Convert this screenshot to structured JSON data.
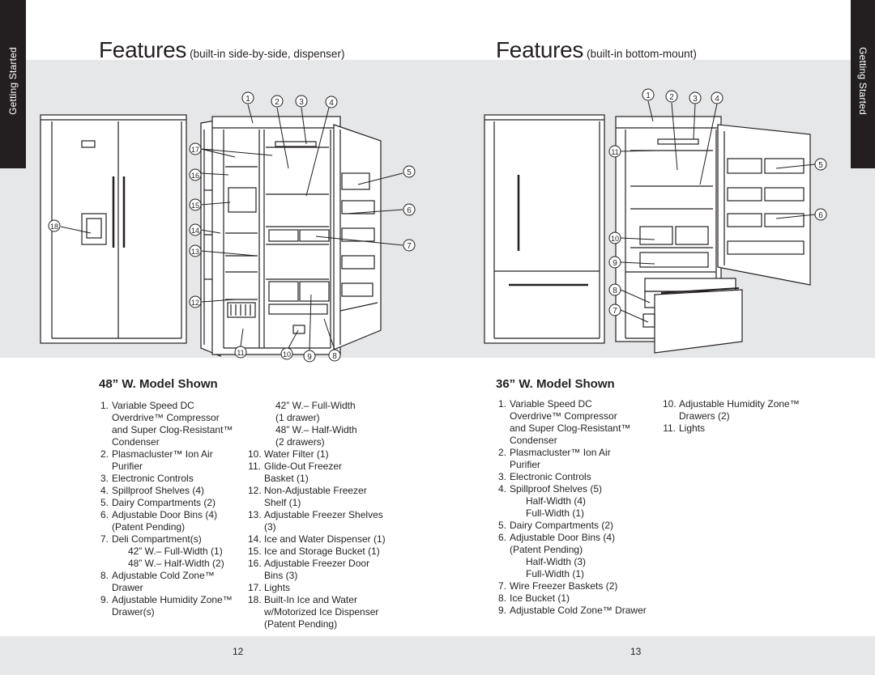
{
  "tabs": {
    "left": "Getting Started",
    "right": "Getting Started"
  },
  "left": {
    "title": "Features",
    "subtitle": "(built-in side-by-side, dispenser)",
    "heading": "48” W. Model Shown",
    "callouts": [
      "1",
      "2",
      "3",
      "4",
      "5",
      "6",
      "7",
      "8",
      "9",
      "10",
      "11",
      "12",
      "13",
      "14",
      "15",
      "16",
      "17",
      "18"
    ],
    "col1": [
      {
        "n": "1.",
        "lines": [
          "Variable Speed DC",
          "Overdrive™ Compressor",
          "and Super Clog-Resistant™",
          "Condenser"
        ]
      },
      {
        "n": "2.",
        "lines": [
          "Plasmacluster™ Ion Air",
          "Purifier"
        ]
      },
      {
        "n": "3.",
        "lines": [
          "Electronic Controls"
        ]
      },
      {
        "n": "4.",
        "lines": [
          "Spillproof Shelves (4)"
        ]
      },
      {
        "n": "5.",
        "lines": [
          "Dairy Compartments (2)"
        ]
      },
      {
        "n": "6.",
        "lines": [
          "Adjustable Door Bins (4)",
          "(Patent Pending)"
        ]
      },
      {
        "n": "7.",
        "lines": [
          "Deli Compartment(s)"
        ],
        "sub": [
          "42” W.– Full-Width (1)",
          "48” W.– Half-Width (2)"
        ]
      },
      {
        "n": "8.",
        "lines": [
          "Adjustable Cold Zone™",
          "Drawer"
        ]
      },
      {
        "n": "9.",
        "lines": [
          "Adjustable Humidity Zone™",
          "Drawer(s)"
        ]
      }
    ],
    "col2_continuation": [
      "42” W.– Full-Width",
      "(1 drawer)",
      "48” W.– Half-Width",
      "(2 drawers)"
    ],
    "col2": [
      {
        "n": "10.",
        "lines": [
          "Water Filter (1)"
        ]
      },
      {
        "n": "11.",
        "lines": [
          "Glide-Out Freezer",
          "Basket (1)"
        ]
      },
      {
        "n": "12.",
        "lines": [
          "Non-Adjustable Freezer",
          "Shelf (1)"
        ]
      },
      {
        "n": "13.",
        "lines": [
          "Adjustable Freezer Shelves",
          "(3)"
        ]
      },
      {
        "n": "14.",
        "lines": [
          "Ice and Water Dispenser (1)"
        ]
      },
      {
        "n": "15.",
        "lines": [
          "Ice and Storage Bucket (1)"
        ]
      },
      {
        "n": "16.",
        "lines": [
          "Adjustable Freezer Door",
          "Bins (3)"
        ]
      },
      {
        "n": "17.",
        "lines": [
          "Lights"
        ]
      },
      {
        "n": "18.",
        "lines": [
          "Built-In Ice and Water",
          "w/Motorized Ice Dispenser",
          "(Patent Pending)"
        ]
      }
    ],
    "page_number": "12"
  },
  "right": {
    "title": "Features",
    "subtitle": "(built-in bottom-mount)",
    "heading": "36” W. Model Shown",
    "callouts": [
      "1",
      "2",
      "3",
      "4",
      "5",
      "6",
      "7",
      "8",
      "9",
      "10",
      "11"
    ],
    "col1": [
      {
        "n": "1.",
        "lines": [
          "Variable Speed DC",
          "Overdrive™ Compressor",
          "and Super Clog-Resistant™",
          "Condenser"
        ]
      },
      {
        "n": "2.",
        "lines": [
          "Plasmacluster™ Ion Air",
          "Purifier"
        ]
      },
      {
        "n": "3.",
        "lines": [
          "Electronic Controls"
        ]
      },
      {
        "n": "4.",
        "lines": [
          "Spillproof Shelves (5)"
        ],
        "sub": [
          "Half-Width (4)",
          "Full-Width (1)"
        ]
      },
      {
        "n": "5.",
        "lines": [
          "Dairy Compartments (2)"
        ]
      },
      {
        "n": "6.",
        "lines": [
          "Adjustable Door Bins (4)",
          "(Patent Pending)"
        ],
        "sub": [
          "Half-Width (3)",
          "Full-Width (1)"
        ]
      },
      {
        "n": "7.",
        "lines": [
          "Wire Freezer Baskets (2)"
        ]
      },
      {
        "n": "8.",
        "lines": [
          "Ice Bucket (1)"
        ]
      },
      {
        "n": "9.",
        "lines": [
          "Adjustable Cold Zone™ Drawer"
        ]
      }
    ],
    "col2": [
      {
        "n": "10.",
        "lines": [
          "Adjustable Humidity Zone™",
          "Drawers (2)"
        ]
      },
      {
        "n": "11.",
        "lines": [
          "Lights"
        ]
      }
    ],
    "page_number": "13"
  }
}
